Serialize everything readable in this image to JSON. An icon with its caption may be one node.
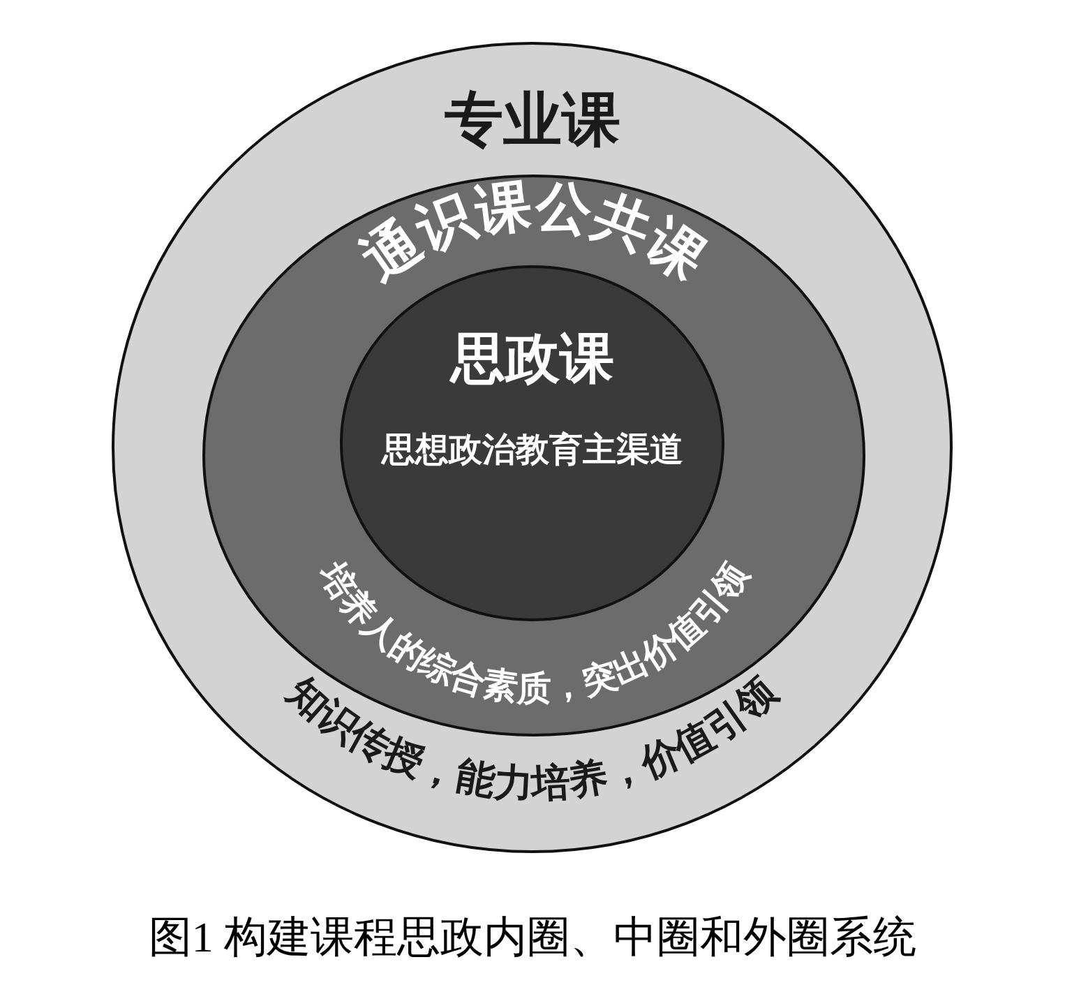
{
  "diagram": {
    "caption": "图1 构建课程思政内圈、中圈和外圈系统",
    "nodes": [
      {
        "text": [
          "专业课",
          "知识传授，能力培养，价值引领"
        ]
      },
      {
        "text": [
          "通识课公共课",
          "培养人的综合素质，突出价值引领"
        ],
        "in": 0
      },
      {
        "text": [
          "思政课",
          "思想政治教育主渠道"
        ],
        "in": 1
      }
    ]
  }
}
